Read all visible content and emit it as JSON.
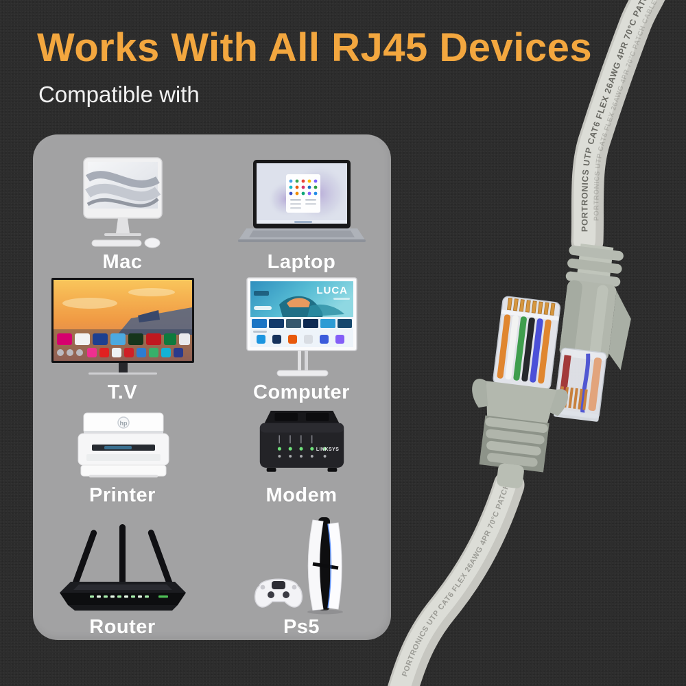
{
  "header": {
    "title": "Works With All RJ45 Devices",
    "subtitle": "Compatible with"
  },
  "colors": {
    "accent_orange": "#F3A73F",
    "background_charcoal": "#2D2D2D",
    "panel_gray": "#A2A2A3",
    "cable_gray": "#D4D4CF",
    "label_white": "#FFFFFF",
    "led_green": "#6EE07A"
  },
  "panel": {
    "devices": [
      {
        "id": "mac",
        "label": "Mac"
      },
      {
        "id": "laptop",
        "label": "Laptop"
      },
      {
        "id": "tv",
        "label": "T.V"
      },
      {
        "id": "computer",
        "label": "Computer",
        "screen_text": "LUCA"
      },
      {
        "id": "printer",
        "label": "Printer",
        "logo_text": "hp"
      },
      {
        "id": "modem",
        "label": "Modem",
        "brand_text": "LINKSYS"
      },
      {
        "id": "router",
        "label": "Router"
      },
      {
        "id": "ps5",
        "label": "Ps5"
      }
    ]
  },
  "cable": {
    "print_text": "PORTRONICS UTP CAT6 FLEX 26AWG 4PR 70°C PATCH CABLE"
  }
}
